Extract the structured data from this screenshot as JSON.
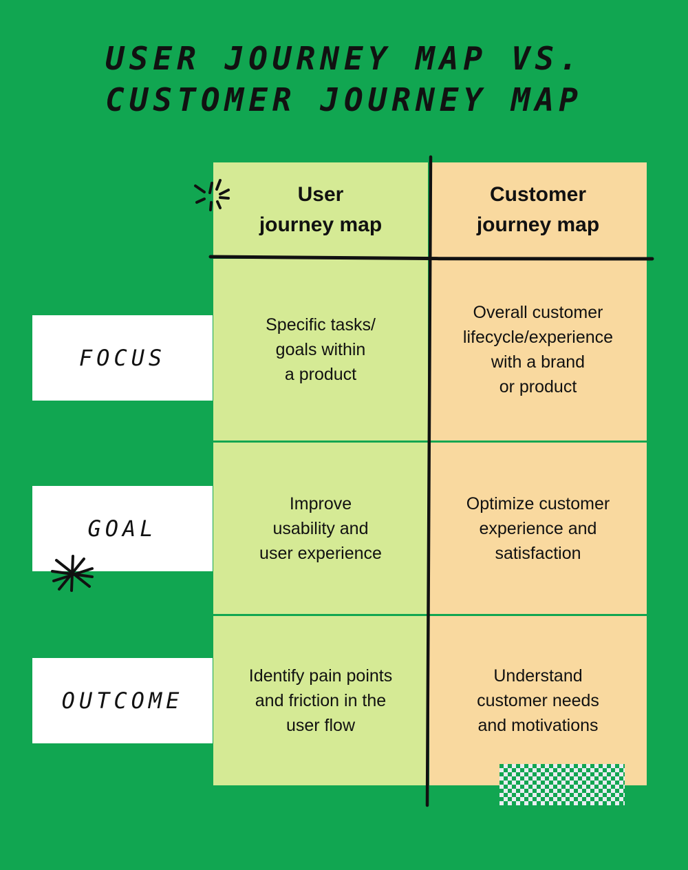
{
  "title": {
    "line1": "USER JOURNEY MAP VS.",
    "line2": "CUSTOMER JOURNEY MAP"
  },
  "columns": {
    "user": "User\njourney map",
    "customer": "Customer\njourney map"
  },
  "rows": [
    {
      "label": "FOCUS",
      "user": "Specific tasks/\ngoals within\na product",
      "customer": "Overall customer\nlifecycle/experience\nwith a brand\nor product"
    },
    {
      "label": "GOAL",
      "user": "Improve\nusability and\nuser experience",
      "customer": "Optimize customer\nexperience and\nsatisfaction"
    },
    {
      "label": "OUTCOME",
      "user": "Identify pain points\nand friction in the\nuser flow",
      "customer": "Understand\ncustomer needs\nand motivations"
    }
  ],
  "colors": {
    "background": "#11a651",
    "user_column": "#d5ea95",
    "customer_column": "#f9d99f",
    "label_box": "#ffffff",
    "ink": "#111111"
  },
  "icons": [
    "sparkle-icon",
    "asterisk-star-icon",
    "checkered-pattern"
  ]
}
